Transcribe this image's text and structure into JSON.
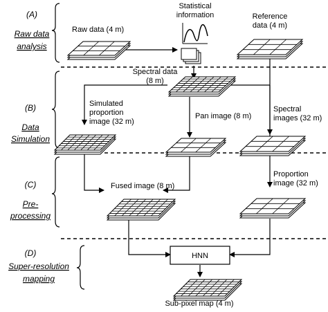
{
  "stages": [
    {
      "letter": "(A)",
      "lines": [
        "Raw data",
        "analysis"
      ]
    },
    {
      "letter": "(B)",
      "lines": [
        "Data",
        "Simulation"
      ]
    },
    {
      "letter": "(C)",
      "lines": [
        "Pre-",
        "processing"
      ]
    },
    {
      "letter": "(D)",
      "lines": [
        "Super-resolution",
        "mapping"
      ]
    }
  ],
  "labels": {
    "raw_data": "Raw data (4 m)",
    "stat_info_1": "Statistical",
    "stat_info_2": "information",
    "ref_data_1": "Reference",
    "ref_data_2": "data (4 m)",
    "spectral_data_1": "Spectral data",
    "spectral_data_2": "(8 m)",
    "sim_prop_1": "Simulated",
    "sim_prop_2": "proportion",
    "sim_prop_3": "image (32 m)",
    "pan_image": "Pan image (8 m)",
    "spectral_images_1": "Spectral",
    "spectral_images_2": "images (32 m)",
    "fused_image": "Fused image (8 m)",
    "prop_image_1": "Proportion",
    "prop_image_2": "image (32 m)",
    "hnn": "HNN",
    "subpixel_map": "Sub-pixel map (4 m)"
  }
}
